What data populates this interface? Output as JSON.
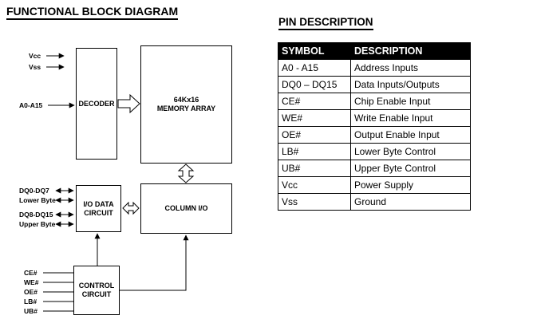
{
  "page": {
    "diagram_title": "FUNCTIONAL BLOCK DIAGRAM",
    "table_title": "PIN DESCRIPTION"
  },
  "diagram": {
    "blocks": {
      "decoder": "DECODER",
      "memory_array": [
        "64Kx16",
        "MEMORY ARRAY"
      ],
      "io_data_circuit": [
        "I/O DATA",
        "CIRCUIT"
      ],
      "column_io": "COLUMN I/O",
      "control_circuit": [
        "CONTROL",
        "CIRCUIT"
      ]
    },
    "signals": {
      "vcc": "Vcc",
      "vss": "Vss",
      "address": "A0-A15",
      "dq_lower": [
        "DQ0-DQ7",
        "Lower Byte"
      ],
      "dq_upper": [
        "DQ8-DQ15",
        "Upper Byte"
      ],
      "ce": "CE#",
      "we": "WE#",
      "oe": "OE#",
      "lb": "LB#",
      "ub": "UB#"
    }
  },
  "pin_table": {
    "headers": [
      "SYMBOL",
      "DESCRIPTION"
    ],
    "rows": [
      {
        "symbol": "A0 - A15",
        "description": "Address Inputs"
      },
      {
        "symbol": "DQ0 – DQ15",
        "description": "Data Inputs/Outputs"
      },
      {
        "symbol": "CE#",
        "description": "Chip Enable Input"
      },
      {
        "symbol": "WE#",
        "description": "Write Enable Input"
      },
      {
        "symbol": "OE#",
        "description": "Output Enable Input"
      },
      {
        "symbol": "LB#",
        "description": "Lower Byte Control"
      },
      {
        "symbol": "UB#",
        "description": "Upper Byte Control"
      },
      {
        "symbol": "Vcc",
        "description": "Power Supply"
      },
      {
        "symbol": "Vss",
        "description": "Ground"
      }
    ]
  },
  "colors": {
    "table_header_bg": "#000000",
    "table_header_text": "#ffffff",
    "diagram_line": "#000000",
    "page_bg": "#ffffff"
  }
}
